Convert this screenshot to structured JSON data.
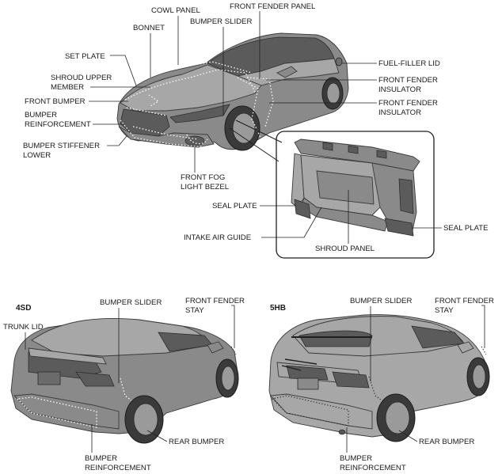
{
  "labels": {
    "cowl_panel": "COWL PANEL",
    "front_fender_panel": "FRONT FENDER PANEL",
    "bumper_slider_top": "BUMPER SLIDER",
    "bonnet": "BONNET",
    "set_plate": "SET PLATE",
    "fuel_filler_lid": "FUEL-FILLER LID",
    "shroud_upper_member_1": "SHROUD UPPER",
    "shroud_upper_member_2": "MEMBER",
    "front_fender_insulator_a_1": "FRONT FENDER",
    "front_fender_insulator_a_2": "INSULATOR",
    "front_bumper": "FRONT BUMPER",
    "front_fender_insulator_b_1": "FRONT FENDER",
    "front_fender_insulator_b_2": "INSULATOR",
    "bumper_reinforcement_front_1": "BUMPER",
    "bumper_reinforcement_front_2": "REINFORCEMENT",
    "bumper_stiffener_lower_1": "BUMPER STIFFENER",
    "bumper_stiffener_lower_2": "LOWER",
    "front_fog_light_bezel_1": "FRONT FOG",
    "front_fog_light_bezel_2": "LIGHT BEZEL",
    "seal_plate_left": "SEAL PLATE",
    "seal_plate_right": "SEAL PLATE",
    "intake_air_guide": "INTAKE AIR GUIDE",
    "shroud_panel": "SHROUD PANEL"
  },
  "sedan": {
    "header": "4SD",
    "bumper_slider": "BUMPER SLIDER",
    "front_fender_stay_1": "FRONT FENDER",
    "front_fender_stay_2": "STAY",
    "trunk_lid": "TRUNK LID",
    "rear_bumper": "REAR BUMPER",
    "bumper_reinforcement_1": "BUMPER",
    "bumper_reinforcement_2": "REINFORCEMENT"
  },
  "hatchback": {
    "header": "5HB",
    "bumper_slider": "BUMPER SLIDER",
    "front_fender_stay_1": "FRONT FENDER",
    "front_fender_stay_2": "STAY",
    "rear_bumper": "REAR BUMPER",
    "bumper_reinforcement_1": "BUMPER",
    "bumper_reinforcement_2": "REINFORCEMENT"
  }
}
